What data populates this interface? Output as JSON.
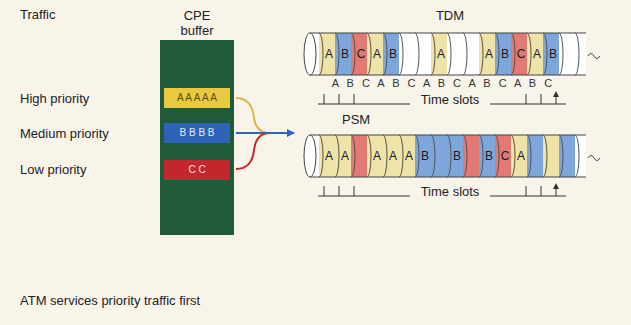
{
  "diagram": {
    "caption": "ATM services priority traffic first",
    "nodes": [
      {
        "text": [
          "CPE buffer"
        ]
      },
      {
        "text": [
          "A A A A A"
        ],
        "in": 0
      },
      {
        "text": [
          "B B B B"
        ],
        "in": 0
      },
      {
        "text": [
          "C C"
        ],
        "in": 0
      },
      {
        "text": [
          "TDM"
        ]
      },
      {
        "text": [
          "PSM"
        ]
      }
    ],
    "labels": [
      "Traffic",
      "High priority",
      "Medium priority",
      "Low priority",
      "A",
      "B",
      "C",
      "A",
      "B",
      "A",
      "A",
      "B",
      "C",
      "A",
      "B",
      "A B C A B C A B C A B C A B C",
      "Time slots",
      "A",
      "A",
      "A",
      "A",
      "A",
      "B",
      "B",
      "B",
      "C",
      "A",
      "Time slots"
    ]
  }
}
